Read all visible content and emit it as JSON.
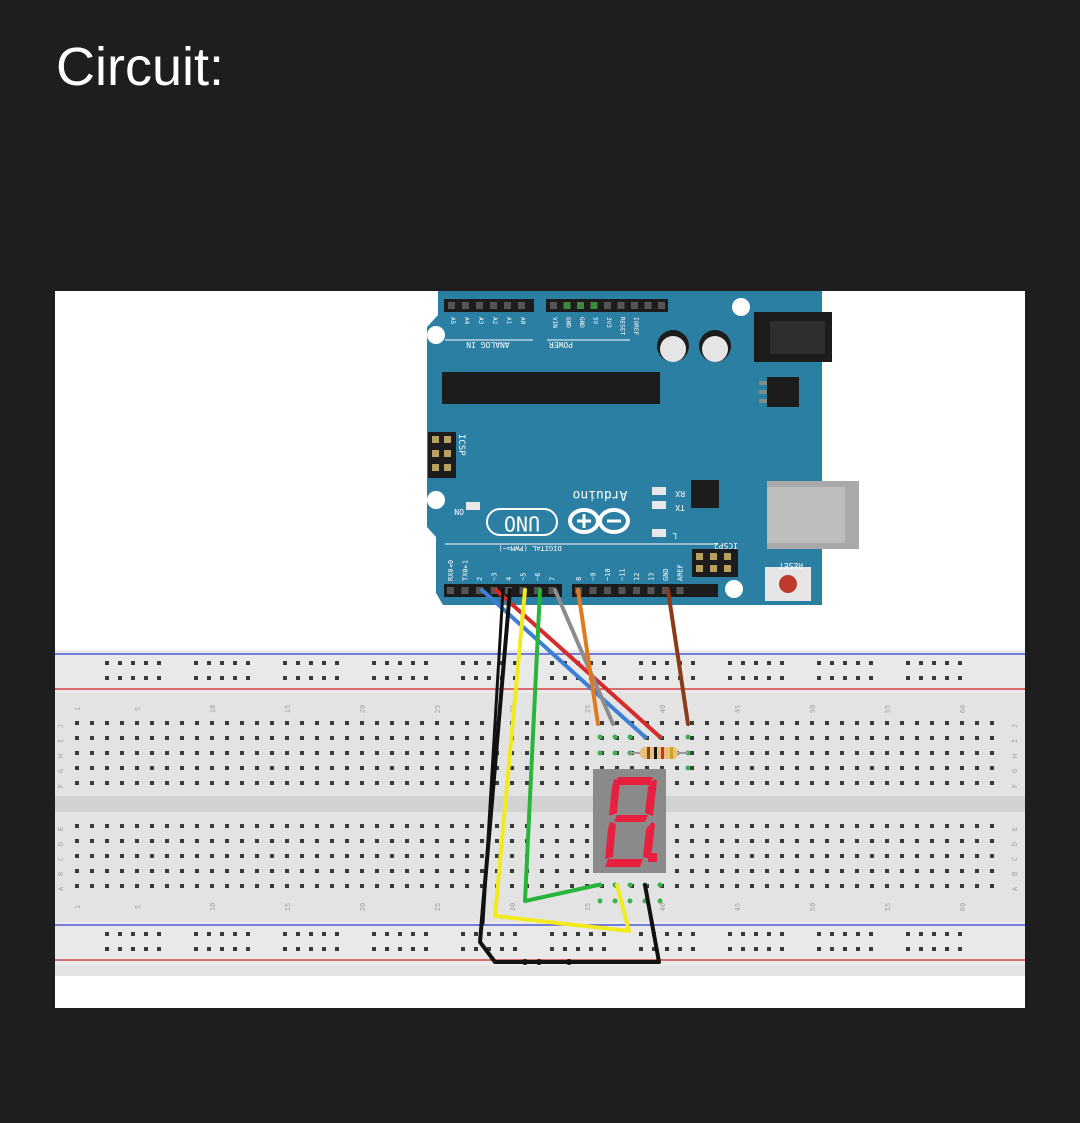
{
  "title": "Circuit:",
  "board": {
    "brand": "Arduino",
    "model": "UNO",
    "header_analog": "ANALOG IN",
    "header_power": "POWER",
    "header_digital": "DIGITAL (PWM=~)",
    "icsp": "ICSP",
    "icsp2": "ICSP2",
    "reset": "RESET",
    "on": "ON",
    "led_l": "L",
    "led_tx": "TX",
    "led_rx": "RX",
    "analog_pins": [
      "A5",
      "A4",
      "A3",
      "A2",
      "A1",
      "A0"
    ],
    "power_pins": [
      "VIN",
      "GND",
      "GND",
      "5V",
      "3V3",
      "RESET",
      "IOREF"
    ],
    "digital_pins": [
      "RX0◂0",
      "TX0▸1",
      "2",
      "~3",
      "4",
      "~5",
      "~6",
      "7",
      "8",
      "~9",
      "~10",
      "~11",
      "12",
      "13",
      "GND",
      "AREF"
    ]
  },
  "breadboard": {
    "column_numbers": [
      "1",
      "5",
      "10",
      "15",
      "20",
      "25",
      "30",
      "35",
      "40",
      "45",
      "50",
      "55",
      "60"
    ],
    "rows_top": [
      "J",
      "I",
      "H",
      "G",
      "F"
    ],
    "rows_bottom": [
      "E",
      "D",
      "C",
      "B",
      "A"
    ]
  },
  "display": {
    "digit": "8."
  },
  "colors": {
    "board": "#2b7fa3",
    "wire_red": "#d62b2b",
    "wire_blue": "#3d7fd6",
    "wire_black": "#111111",
    "wire_yellow": "#f2ea1d",
    "wire_green": "#27b53a",
    "wire_gray": "#8c8c8c",
    "wire_orange": "#e07a1f",
    "wire_brown": "#8b3a1a",
    "segment": "#e8203f"
  }
}
